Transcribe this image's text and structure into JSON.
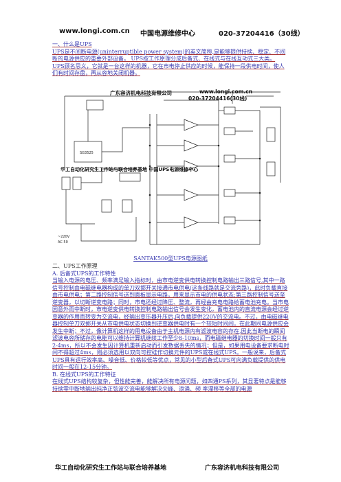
{
  "header": {
    "website": "www.longi.com.cn",
    "center_title": "中国电源维修中心",
    "phone": "020-37204416（30线）"
  },
  "intro": {
    "heading": "一、什么是UPS",
    "p1": "UPS是不间断电源(uninterruptible power system)的英文简称,是能够提供持续、稳定、不间断的电源供应的重要外部设备。 UPS按工作原理分成后备式、在线式与在线互动式三大类。",
    "p2": "UPS顾名思义，它就是一台这样的机器，它在市电停止供应的时候，能保持一段供电时间，使人们有时间存盘，再从容地关闭机器。"
  },
  "diagram": {
    "watermark_company": "广东容济机电科技有限公司",
    "watermark_site": "www.longi.com.cn",
    "watermark_phone": "020-37204416(30线)",
    "watermark_base": "华工自动化研究生工作站与联合培养基地  中国UPS电源维修中心",
    "label_input_voltage": "~220V",
    "label_input_freq": "AC 50",
    "label_ic": "SG3525"
  },
  "caption": "SANTAK500型UPS电源图纸",
  "section2": {
    "heading": "二、UPS工作原理",
    "subA": "A. 后备式UPS的工作特性",
    "textA": "当输入电源的电压、频率满足输入指标时，由市电逆变供电转换控制电路输出三路信号,其中一路信号控制由电磁继电器构成的单刀双掷开关接通市电供电(这条线路就是交流旁路)，此时负载直接由市电供电；第二路控制信号送到面板显示电路，用来显示市电的供电状态;第三路控制信号送至逆变器，以切断逆变电路；同时，市电还经过降压、整流，再经由充电电路给蓄电池充电。当市电因意外而中断时，市电逆变供电转换控制电路输出信号会发生变化，蓄电池内的直流电源会经过逆变器的作用而转变为交流电，经输出变压器升压后,向负载提供220V的交流电。不过，由电磁继电器控制单刀双掷开关从市电供电状态切换到逆变器供电时有一个较短时间间，在此期间电源供应会发生中断；不过，像计算机这样的用电设备由于主机电源内有滤波电容的存在,因此当断电的瞬间滤波电容所储存的电能可以维持计算机继续工作至少8-10ms，而电磁继电器的切换时间一般只有2-4ms，所以不会发生因计算机重新启动而引发数据丢失的情况；但是，如果用电设备要求断电时间不得超过4ms，则必须选用以双向可控硅作切换元件的UPS或在线式UPS。一般说来，后备式UPS具有运行效率高、噪音低、价格较低等优点，常见的小型后备式UPS可向满负载提供的供电时间一般在12-15分钟。",
    "subB": "B. 在线式UPS的工作特征",
    "textB": "在线式UPS结构较复杂，但性能完善，能解决所有电源问题，如四通PS系列，其显著特点是能够持续零中断地输出纯净正弦波交流电能够解决尖峰、浪涌、频  率漂移等全部的电源"
  },
  "footer": {
    "left": "华工自动化研究生工作站与联合培养基地",
    "right": "广东容济机电科技有限公司"
  }
}
